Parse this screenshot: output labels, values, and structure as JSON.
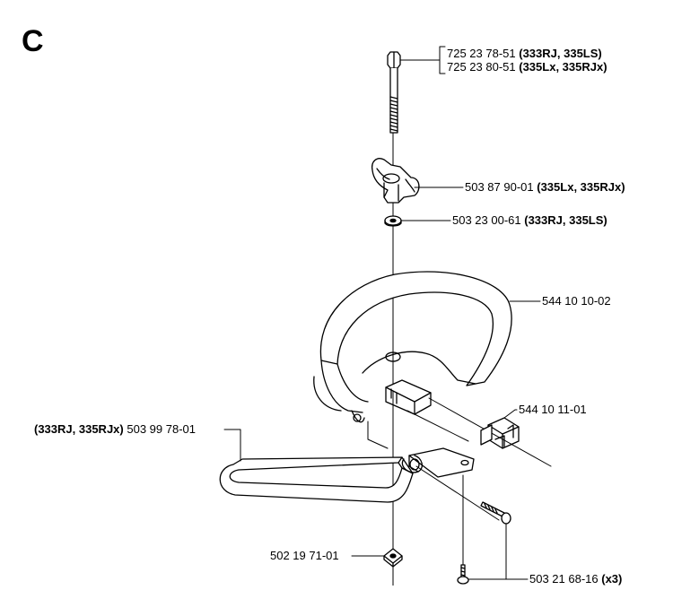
{
  "section_letter": "C",
  "callouts": {
    "bolt_a": {
      "number": "725 23 78-51",
      "models": "(333RJ, 335LS)"
    },
    "bolt_b": {
      "number": "725 23 80-51",
      "models": "(335Lx, 335RJx)"
    },
    "knob": {
      "number": "503 87 90-01",
      "models": "(335Lx, 335RJx)"
    },
    "washer": {
      "number": "503 23 00-61",
      "models": "(333RJ, 335LS)"
    },
    "loop_handle": {
      "number": "544 10 10-02"
    },
    "clamp": {
      "number": "544 10 11-01"
    },
    "guard_bar": {
      "models": "(333RJ, 335RJx)",
      "number": "503 99 78-01"
    },
    "nut": {
      "number": "502 19 71-01"
    },
    "screws": {
      "number": "503 21 68-16",
      "qty": "(x3)"
    }
  }
}
